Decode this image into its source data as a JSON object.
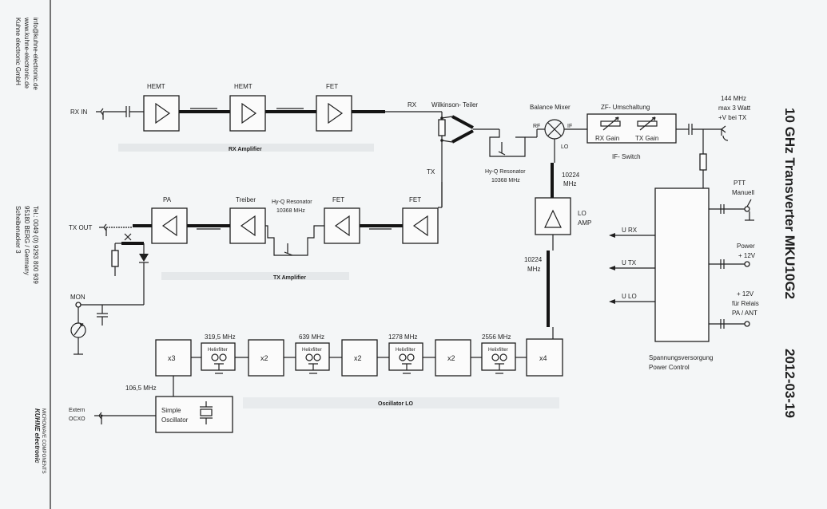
{
  "company": {
    "name": "Kuhne electronic GmbH",
    "web": "www.kuhne-electronic.de",
    "email": "info@kuhne-electronic.de",
    "street": "Scheibenacker 3",
    "city": "95180 BERG / Germany",
    "tel": "Tel.: 0049 (0) 9293 800 939",
    "logo": "KUHNE electronic",
    "logo_sub": "MICROWAVE COMPONENTS"
  },
  "title": "10 GHz Transverter MKU10G2",
  "date": "2012-03-19",
  "rx": {
    "input": "RX IN",
    "hemt1": "HEMT",
    "hemt2": "HEMT",
    "fet": "FET",
    "amp_label": "RX Amplifier",
    "rx_tag": "RX"
  },
  "splitter": {
    "label": "Wilkinson- Teiler",
    "tx_tag": "TX"
  },
  "resonator_rx": {
    "name": "Hy-Q Resonator",
    "freq": "10368 MHz"
  },
  "mixer": {
    "label": "Balance Mixer",
    "rf": "RF",
    "if": "IF",
    "lo": "LO"
  },
  "if_switch": {
    "title": "ZF- Umschaltung",
    "rx_gain": "RX Gain",
    "tx_gain": "TX Gain",
    "subtitle": "IF- Switch"
  },
  "if_port": {
    "line1": "144 MHz",
    "line2": "max 3 Watt",
    "line3": "+V bei TX"
  },
  "lo_amp": {
    "label": "LO",
    "label2": "AMP",
    "freq_top": "10224",
    "freq_top_unit": "MHz",
    "freq_mid": "10224",
    "freq_mid_unit": "MHz"
  },
  "tx": {
    "output": "TX OUT",
    "pa": "PA",
    "driver": "Treiber",
    "resonator_name": "Hy-Q Resonator",
    "resonator_freq": "10368 MHz",
    "fet1": "FET",
    "fet2": "FET",
    "amp_label": "TX Amplifier",
    "monitor": "MON"
  },
  "power": {
    "u_rx": "U RX",
    "u_tx": "U TX",
    "u_lo": "U LO",
    "ptt1": "PTT",
    "ptt2": "Manuell",
    "power1": "Power",
    "power2": "+ 12V",
    "relay1": "+ 12V",
    "relay2": "für Relais",
    "relay3": "PA / ANT",
    "label1": "Spannungsversorgung",
    "label2": "Power Control"
  },
  "oscillator": {
    "x3": "x3",
    "x2a": "x2",
    "x2b": "x2",
    "x2c": "x2",
    "x4": "x4",
    "filter_label": "Helixfilter",
    "f1": "319,5 MHz",
    "f2": "639 MHz",
    "f3": "1278 MHz",
    "f4": "2556 MHz",
    "ref_freq": "106,5 MHz",
    "ext1": "Extern",
    "ext2": "OCXO",
    "osc1": "Simple",
    "osc2": "Oscillator",
    "chain_label": "Oscillator LO"
  }
}
